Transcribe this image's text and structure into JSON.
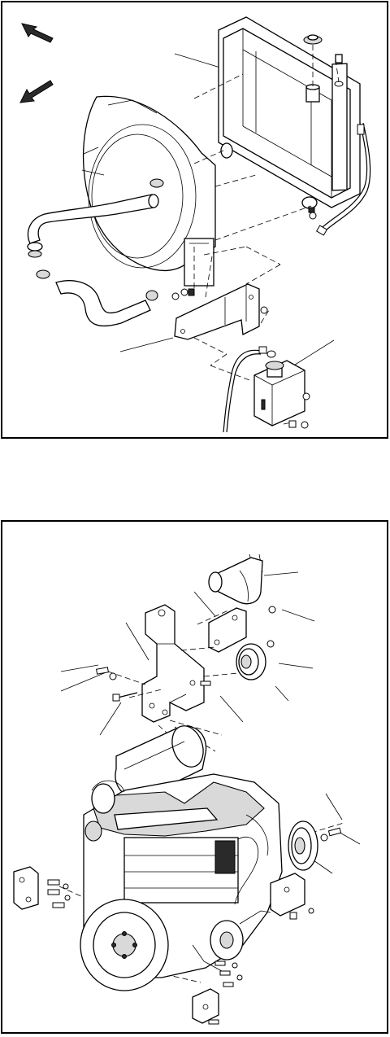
{
  "colors": {
    "line": "#000000",
    "background": "#ffffff",
    "shade": "#d9d9d9"
  },
  "panels": [
    {
      "name": "radiator-assembly-view",
      "labels": []
    },
    {
      "name": "engine-assembly-view",
      "labels": []
    }
  ],
  "icons": [
    "front-direction-arrow",
    "direction-arrow"
  ]
}
